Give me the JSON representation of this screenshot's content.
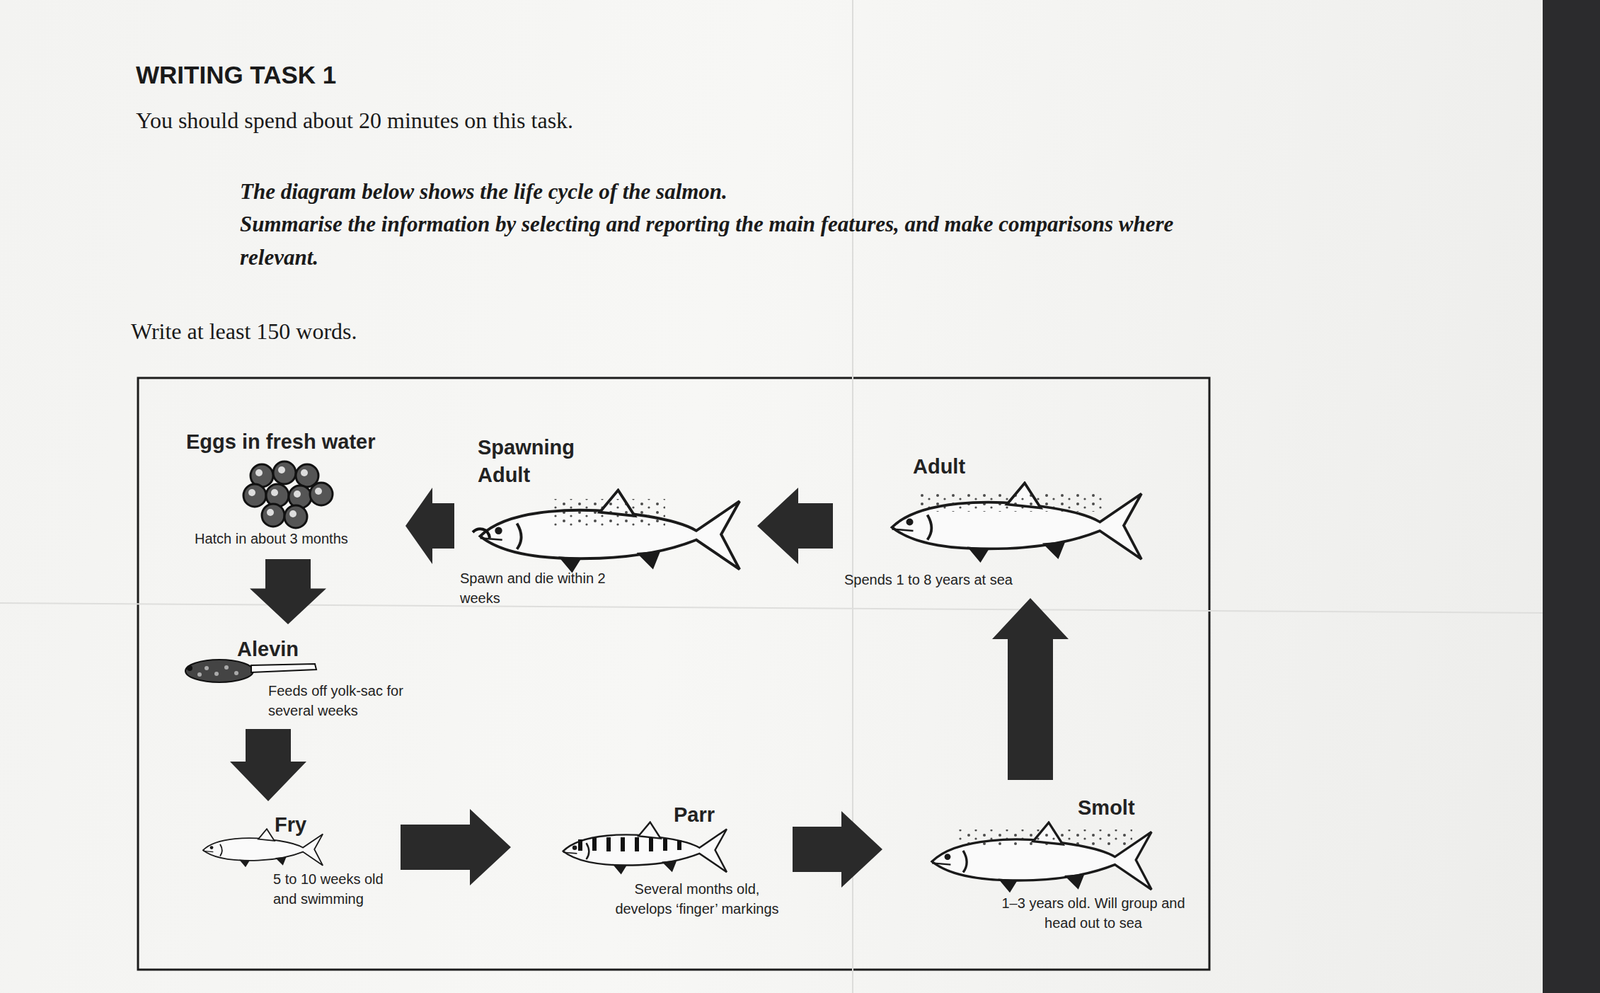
{
  "diagram": {
    "title": "WRITING TASK 1",
    "nodes": [
      {
        "text": [
          "Eggs in fresh water",
          "Hatch in about 3 months"
        ]
      },
      {
        "text": [
          "Alevin",
          "Feeds off yolk-sac for several weeks"
        ]
      },
      {
        "text": [
          "Fry",
          "5 to 10 weeks old and swimming"
        ]
      },
      {
        "text": [
          "Parr",
          "Several months old, develops ‘finger’ markings"
        ]
      },
      {
        "text": [
          "Smolt",
          "1–3 years old. Will group and head out to sea"
        ]
      },
      {
        "text": [
          "Adult",
          "Spends 1 to 8 years at sea"
        ]
      },
      {
        "text": [
          "Spawning Adult",
          "Spawn and die within 2 weeks"
        ]
      }
    ],
    "edges": [
      {
        "from": 0,
        "to": 1,
        "arrow": "to"
      },
      {
        "from": 1,
        "to": 2,
        "arrow": "to"
      },
      {
        "from": 2,
        "to": 3,
        "arrow": "to"
      },
      {
        "from": 3,
        "to": 4,
        "arrow": "to"
      },
      {
        "from": 4,
        "to": 5,
        "arrow": "to"
      },
      {
        "from": 5,
        "to": 6,
        "arrow": "to"
      },
      {
        "from": 6,
        "to": 0,
        "arrow": "to"
      }
    ],
    "labels": [
      "You should spend about 20 minutes on this task.",
      "The diagram below shows the life cycle of the salmon.",
      "Summarise the information by selecting and reporting the main features, and make comparisons where relevant.",
      "Write at least 150 words."
    ]
  }
}
